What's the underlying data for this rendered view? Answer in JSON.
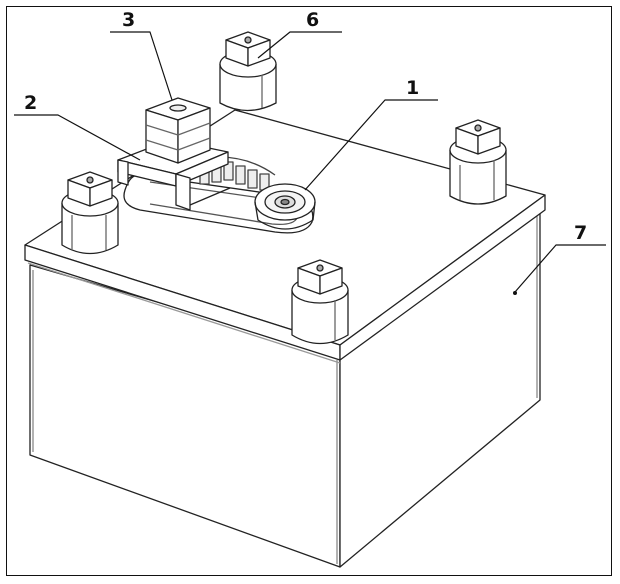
{
  "figure": {
    "labels": {
      "l1": "1",
      "l2": "2",
      "l3": "3",
      "l6": "6",
      "l7": "7"
    }
  }
}
